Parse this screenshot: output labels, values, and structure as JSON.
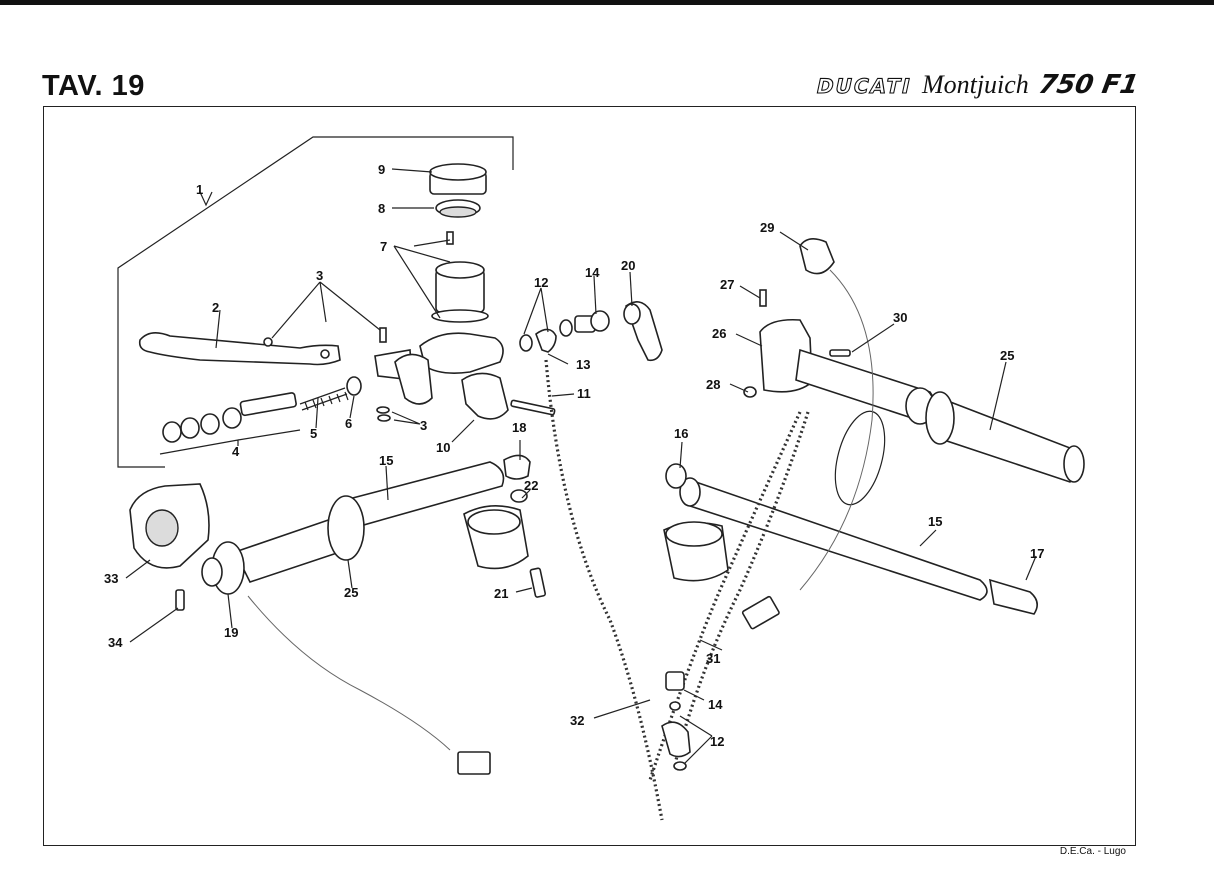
{
  "header": {
    "plate": "TAV. 19",
    "make": "DUCATI",
    "model": "Montjuich",
    "version": "750 F1"
  },
  "footer": {
    "credit": "D.E.Ca. - Lugo"
  },
  "callouts": [
    "1",
    "2",
    "3",
    "3",
    "4",
    "5",
    "6",
    "7",
    "8",
    "9",
    "10",
    "11",
    "12",
    "13",
    "14",
    "20",
    "29",
    "27",
    "26",
    "28",
    "30",
    "25",
    "16",
    "18",
    "15",
    "22",
    "21",
    "33",
    "34",
    "19",
    "25",
    "15",
    "17",
    "31",
    "32",
    "14",
    "12"
  ]
}
